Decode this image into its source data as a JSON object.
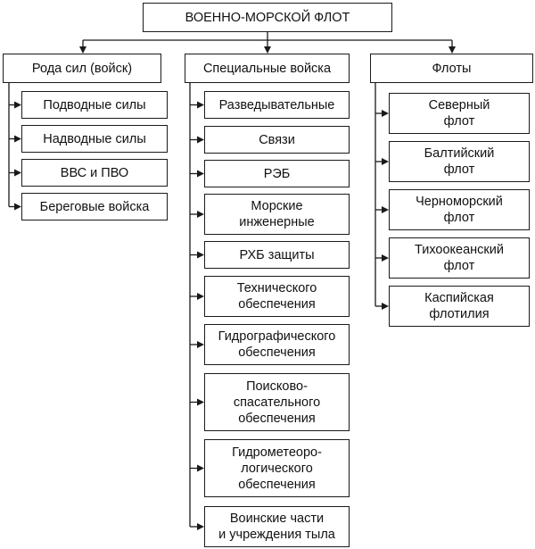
{
  "root": {
    "label": "ВОЕННО-МОРСКОЙ ФЛОТ"
  },
  "columns": [
    {
      "label": "Рода сил (войск)",
      "items": [
        "Подводные силы",
        "Надводные силы",
        "ВВС и ПВО",
        "Береговые войска"
      ]
    },
    {
      "label": "Специальные войска",
      "items": [
        "Разведывательные",
        "Связи",
        "РЭБ",
        "Морские\nинженерные",
        "РХБ защиты",
        "Технического\nобеспечения",
        "Гидрографического\nобеспечения",
        "Поисково-\nспасательного\nобеспечения",
        "Гидрометеоро-\nлогического\nобеспечения",
        "Воинские части\nи учреждения тыла"
      ]
    },
    {
      "label": "Флоты",
      "items": [
        "Северный\nфлот",
        "Балтийский\nфлот",
        "Черноморский\nфлот",
        "Тихоокеанский\nфлот",
        "Каспийская\nфлотилия"
      ]
    }
  ]
}
